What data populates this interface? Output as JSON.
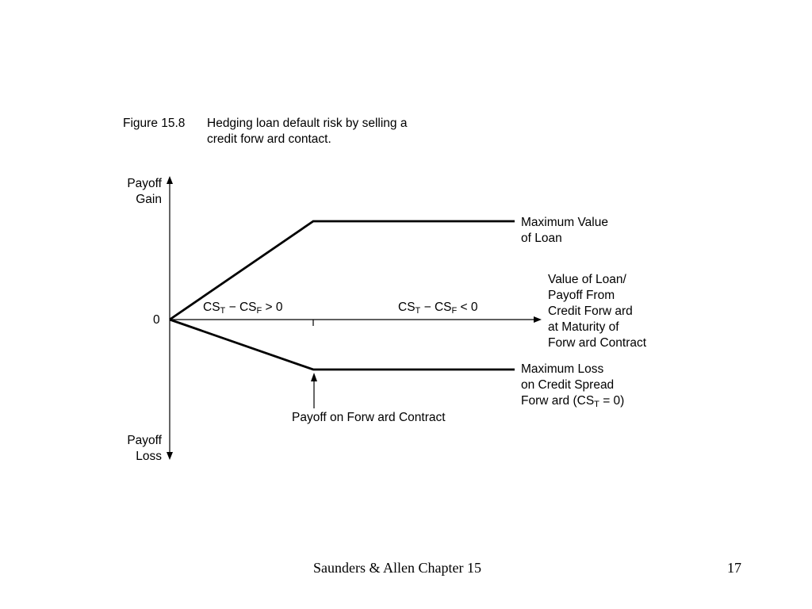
{
  "figure": {
    "number": "Figure 15.8",
    "title_line1": "Hedging loan default risk by selling a",
    "title_line2": "credit forw ard contact."
  },
  "axis": {
    "gain_line1": "Payoff",
    "gain_line2": "Gain",
    "loss_line1": "Payoff",
    "loss_line2": "Loss",
    "origin": "0"
  },
  "regions": {
    "left": {
      "cs_t": "CS",
      "sub_t": "T",
      "op": " − CS",
      "sub_f": "F",
      "rel": " > 0"
    },
    "right": {
      "cs_t": "CS",
      "sub_t": "T",
      "op": " − CS",
      "sub_f": "F",
      "rel": " < 0"
    }
  },
  "labels": {
    "max_value_line1": "Maximum Value",
    "max_value_line2": "of Loan",
    "value_loan_line1": "Value of Loan/",
    "value_loan_line2": "Payoff From",
    "value_loan_line3": "Credit Forw ard",
    "value_loan_line4": "at Maturity of",
    "value_loan_line5": "Forw ard Contract",
    "max_loss_line1": "Maximum Loss",
    "max_loss_line2": "on Credit Spread",
    "max_loss_line3_prefix": "Forw ard (CS",
    "max_loss_line3_sub": "T",
    "max_loss_line3_suffix": " = 0)",
    "payoff_forward": "Payoff on Forw ard Contract"
  },
  "footer": {
    "source": "Saunders & Allen Chapter 15",
    "page": "17"
  }
}
